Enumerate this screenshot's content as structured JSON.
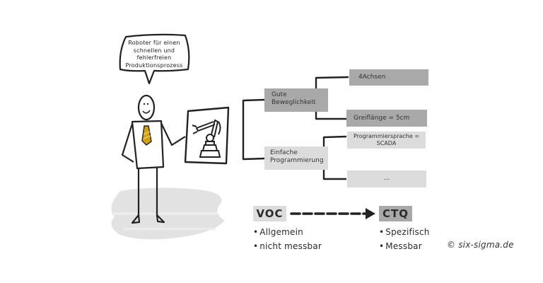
{
  "speech_bubble": {
    "lines": [
      "Roboter für einen",
      "schnellen und",
      "fehlerfreien",
      "Produktionsprozess"
    ]
  },
  "tree": {
    "branches": [
      {
        "label_lines": [
          "Gute",
          "Beweglichkeit"
        ],
        "children": [
          {
            "label_lines": [
              "4Achsen"
            ]
          },
          {
            "label_lines": [
              "Greiflänge = 5cm"
            ]
          }
        ]
      },
      {
        "label_lines": [
          "Einfache",
          "Programmierung"
        ],
        "children": [
          {
            "label_lines": [
              "Programmiersprache =",
              "SCADA"
            ]
          },
          {
            "label_lines": [
              "..."
            ]
          }
        ]
      }
    ]
  },
  "voc": {
    "label": "VOC",
    "bullets": [
      "Allgemein",
      "nicht messbar"
    ]
  },
  "ctq": {
    "label": "CTQ",
    "bullets": [
      "Spezifisch",
      "Messbar"
    ]
  },
  "copyright": "© six-sigma.de",
  "colors": {
    "dark_box": "#a9a9a9",
    "light_box": "#dcdcdc",
    "tie": "#d4a017",
    "ink": "#2a2a2a",
    "shadow": "#e2e2e2"
  }
}
